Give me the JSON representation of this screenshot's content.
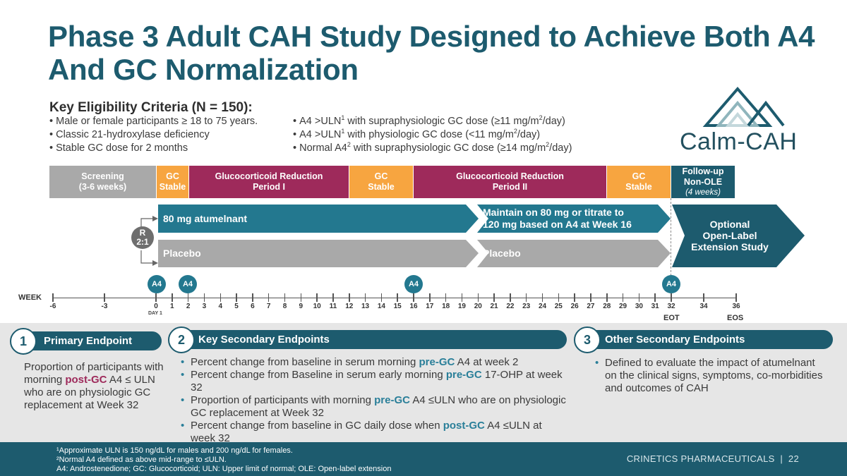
{
  "title": "Phase 3 Adult CAH Study Designed to Achieve Both A4 And GC Normalization",
  "criteria": {
    "heading": "Key Eligibility Criteria (N = 150):",
    "left": [
      "Male or female participants ≥ 18 to 75 years.",
      "Classic 21-hydroxylase deficiency",
      "Stable GC dose for 2 months"
    ],
    "right": [
      {
        "pre": "A4 >ULN",
        "sup": "1",
        "post": " with supraphysiologic GC dose (≥11 mg/m",
        "sup2": "2",
        "end": "/day)"
      },
      {
        "pre": "A4 >ULN",
        "sup": "1",
        "post": " with physiologic GC dose (<11 mg/m",
        "sup2": "2",
        "end": "/day)"
      },
      {
        "pre": "Normal A4",
        "sup": "2",
        "post": "  with supraphysiologic GC dose (≥14 mg/m",
        "sup2": "2",
        "end": "/day)"
      }
    ]
  },
  "logo": {
    "text": "Calm-CAH",
    "icon": "triangle-mountain-icon"
  },
  "phases": {
    "screening": {
      "line1": "Screening",
      "line2": "(3-6 weeks)"
    },
    "gc1": {
      "line1": "GC",
      "line2": "Stable"
    },
    "gcr1": {
      "line1": "Glucocorticoid Reduction",
      "line2": "Period I"
    },
    "gc2": {
      "line1": "GC",
      "line2": "Stable"
    },
    "gcr2": {
      "line1": "Glucocorticoid Reduction",
      "line2": "Period II"
    },
    "gc3": {
      "line1": "GC",
      "line2": "Stable"
    },
    "followup": {
      "line1": "Follow-up",
      "line2": "Non-OLE",
      "line3": "(4 weeks)"
    }
  },
  "arms": {
    "drug1": "80 mg atumelnant",
    "drug2_line1": "Maintain on 80 mg or titrate to",
    "drug2_line2": "120 mg based on A4 at Week 16",
    "placebo1": "Placebo",
    "placebo2": "Placebo",
    "ole_line1": "Optional",
    "ole_line2": "Open-Label",
    "ole_line3": "Extension Study",
    "rand_top": "R",
    "rand_bottom": "2:1"
  },
  "a4_markers": [
    "A4",
    "A4",
    "A4",
    "A4"
  ],
  "week": {
    "label": "WEEK",
    "ticks": [
      "-6",
      "-3",
      "0",
      "1",
      "2",
      "3",
      "4",
      "5",
      "6",
      "7",
      "8",
      "9",
      "10",
      "11",
      "12",
      "13",
      "14",
      "15",
      "16",
      "17",
      "18",
      "19",
      "20",
      "21",
      "22",
      "23",
      "24",
      "25",
      "26",
      "27",
      "28",
      "29",
      "30",
      "31",
      "32",
      "34",
      "36"
    ],
    "day1": "DAY 1",
    "eot": "EOT",
    "eos": "EOS"
  },
  "endpoints": {
    "primary": {
      "num": "1",
      "title": "Primary Endpoint",
      "t1": "Proportion of participants with morning ",
      "hl": "post-GC",
      "t2": " A4 ≤ ULN who are on physiologic GC replacement at Week 32"
    },
    "secondary": {
      "num": "2",
      "title": "Key Secondary Endpoints",
      "items": [
        {
          "a": "Percent change from baseline in serum morning ",
          "hl": "pre-GC",
          "b": " A4 at week 2"
        },
        {
          "a": "Percent change from Baseline in serum early morning  ",
          "hl": "pre-GC",
          "b": " 17-OHP at week 32"
        },
        {
          "a": "Proportion of participants with morning ",
          "hl": "pre-GC",
          "b": " A4 ≤ULN who are on physiologic GC replacement at Week 32"
        },
        {
          "a": "Percent change from baseline in GC daily dose when ",
          "hl": "post-GC",
          "b": " A4 ≤ULN at week 32"
        }
      ]
    },
    "other": {
      "num": "3",
      "title": "Other Secondary Endpoints",
      "item": "Defined to evaluate the impact of atumelnant on the clinical signs, symptoms, co-morbidities and outcomes of CAH"
    }
  },
  "footnotes": {
    "f1": "¹Approximate ULN is 150 ng/dL for males and 200 ng/dL for females.",
    "f2": "²Normal A4 defined as above mid-range to ≤ULN.",
    "f3": "A4: Androstenedione; GC: Glucocorticoid; ULN: Upper limit of normal; OLE: Open-label extension"
  },
  "company": "CRINETICS PHARMACEUTICALS  |  22",
  "colors": {
    "teal": "#1d5b6e",
    "arm_teal": "#23788f",
    "maroon": "#9e2a5b",
    "orange": "#f7a540",
    "grey": "#a9a9a9",
    "navy": "#1d5b6e"
  }
}
